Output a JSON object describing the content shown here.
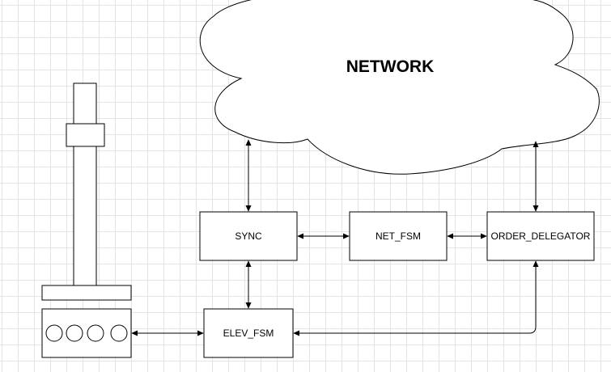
{
  "diagram": {
    "cloud_label": "NETWORK",
    "nodes": {
      "sync": "SYNC",
      "net_fsm": "NET_FSM",
      "order_delegator": "ORDER_DELEGATOR",
      "elev_fsm": "ELEV_FSM"
    },
    "line_color": "#000000",
    "grid_color": "#e4e4e4"
  }
}
